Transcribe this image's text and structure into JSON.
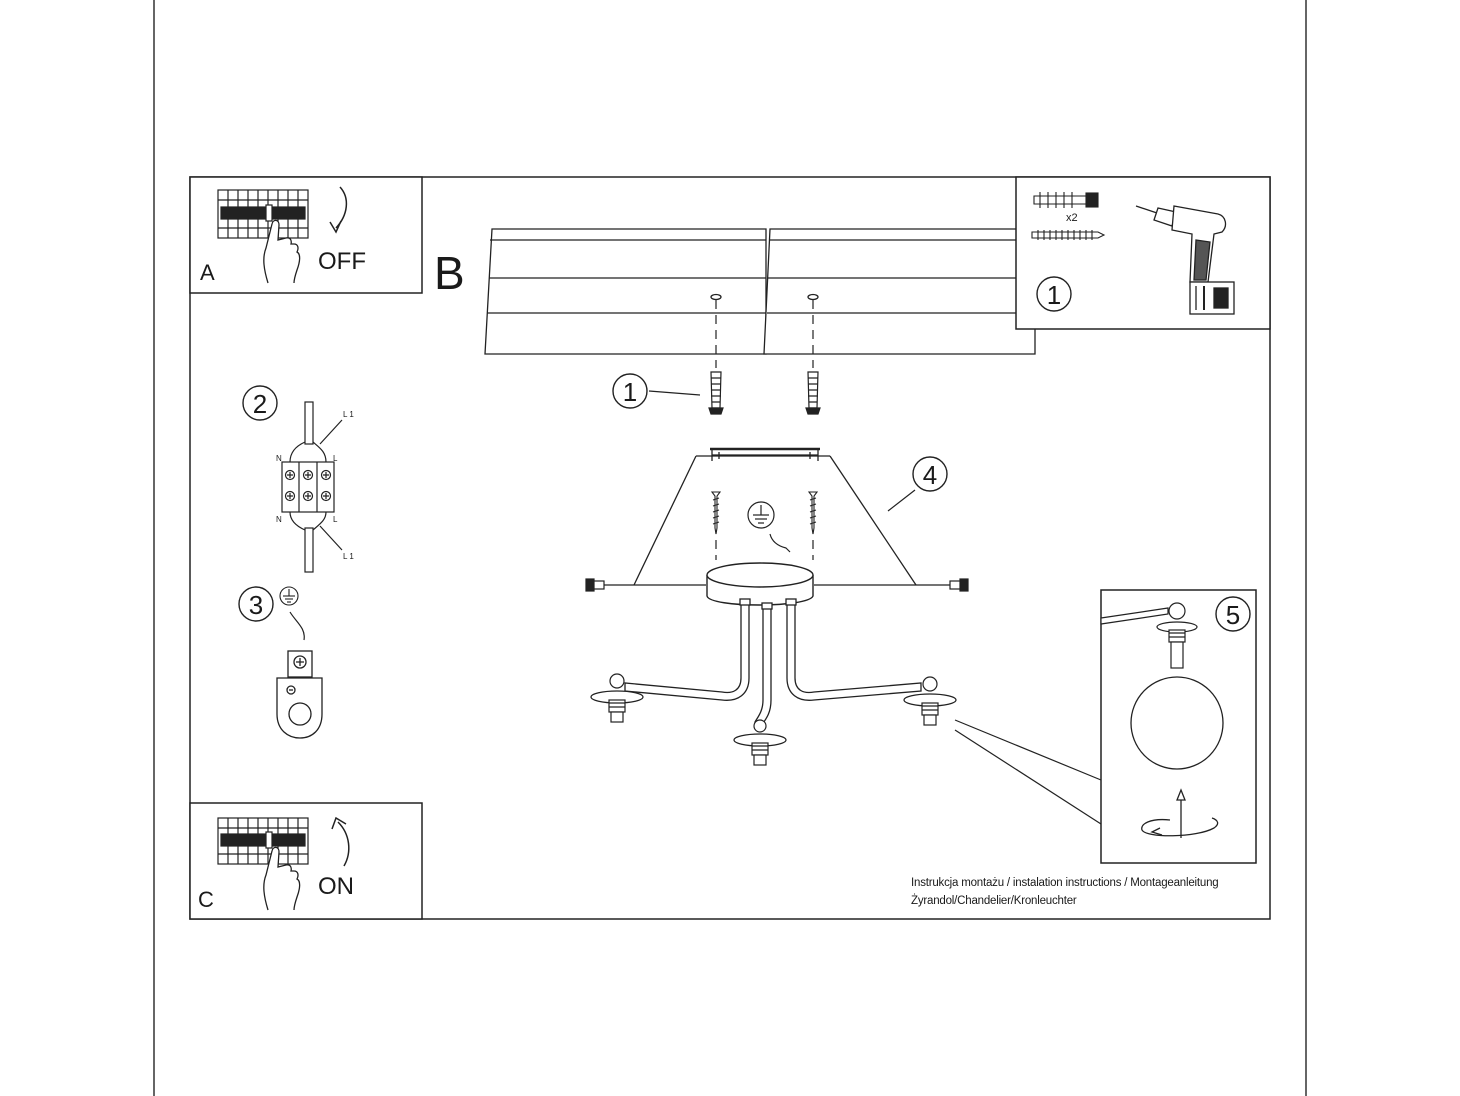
{
  "panels": {
    "a": {
      "letter": "A",
      "state": "OFF"
    },
    "b": {
      "letter": "B"
    },
    "c": {
      "letter": "C",
      "state": "ON"
    }
  },
  "callouts": {
    "tools_step": "1",
    "anchor_step": "1",
    "wiring_step": "2",
    "ground_step": "3",
    "mount_step": "4",
    "shade_step": "5"
  },
  "hardware": {
    "quantity": "x2"
  },
  "wiring": {
    "top_left": "N",
    "top_right": "L",
    "bottom_left": "N",
    "bottom_right": "L",
    "line_top": "L 1",
    "line_bottom": "L 1"
  },
  "footer": {
    "line1": "Instrukcja montażu / instalation instructions / Montageanleitung",
    "line2": "Żyrandol/Chandelier/Kronleuchter"
  }
}
